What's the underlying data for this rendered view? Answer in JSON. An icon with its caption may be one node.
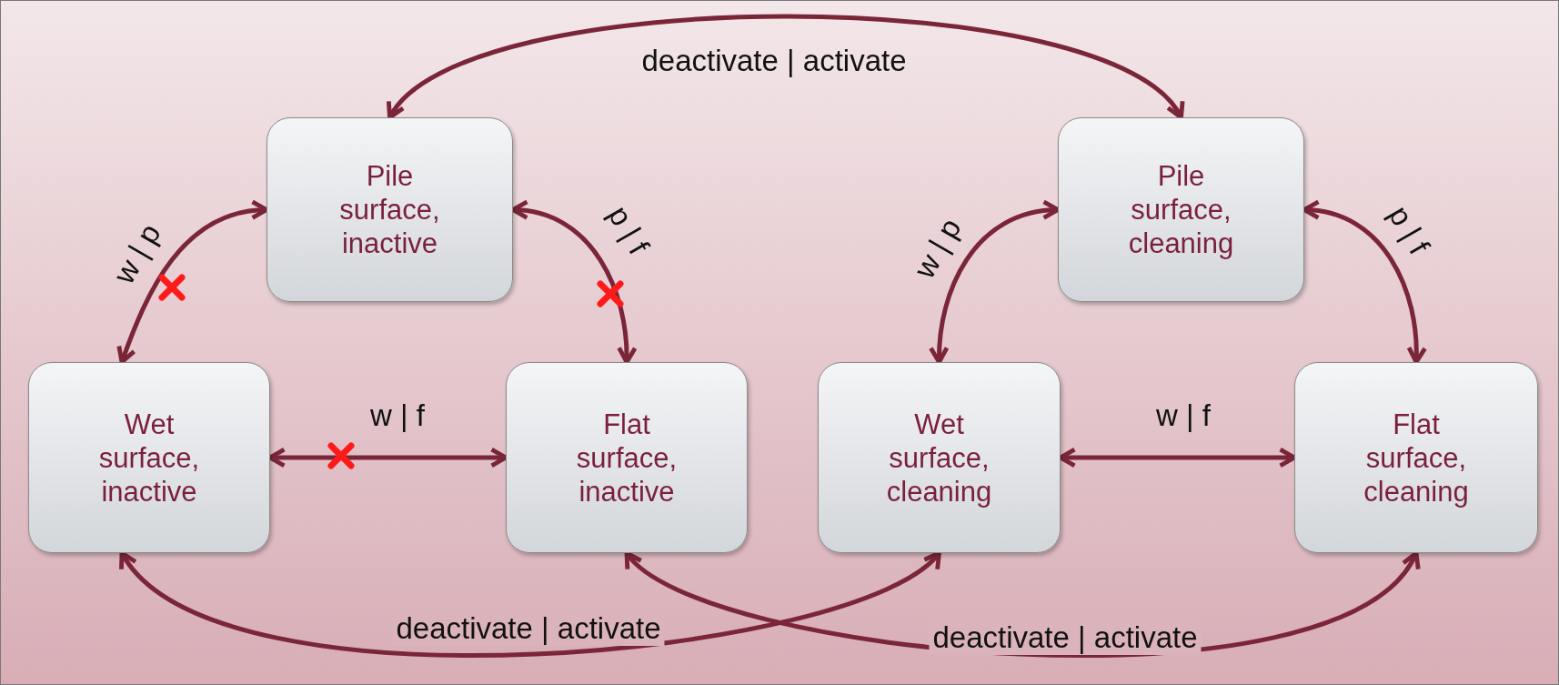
{
  "diagram": {
    "nodes": [
      {
        "text": [
          "Pile surface, inactive"
        ]
      },
      {
        "text": [
          "Pile surface, cleaning"
        ]
      },
      {
        "text": [
          "Wet surface, inactive"
        ]
      },
      {
        "text": [
          "Flat surface, inactive"
        ]
      },
      {
        "text": [
          "Wet surface, cleaning"
        ]
      },
      {
        "text": [
          "Flat surface, cleaning"
        ]
      }
    ],
    "edges": [
      {
        "from": 0,
        "to": 1,
        "arrow": "both",
        "label": "deactivate | activate"
      },
      {
        "from": 0,
        "to": 2,
        "arrow": "both",
        "label": "w | p"
      },
      {
        "from": 0,
        "to": 3,
        "arrow": "both",
        "label": "p | f"
      },
      {
        "from": 2,
        "to": 3,
        "arrow": "both",
        "label": "w | f"
      },
      {
        "from": 1,
        "to": 4,
        "arrow": "both",
        "label": "w | p"
      },
      {
        "from": 1,
        "to": 5,
        "arrow": "both",
        "label": "p | f"
      },
      {
        "from": 4,
        "to": 5,
        "arrow": "both",
        "label": "w | f"
      },
      {
        "from": 2,
        "to": 4,
        "arrow": "both",
        "label": "deactivate | activate"
      },
      {
        "from": 3,
        "to": 5,
        "arrow": "both",
        "label": "deactivate | activate"
      }
    ]
  }
}
